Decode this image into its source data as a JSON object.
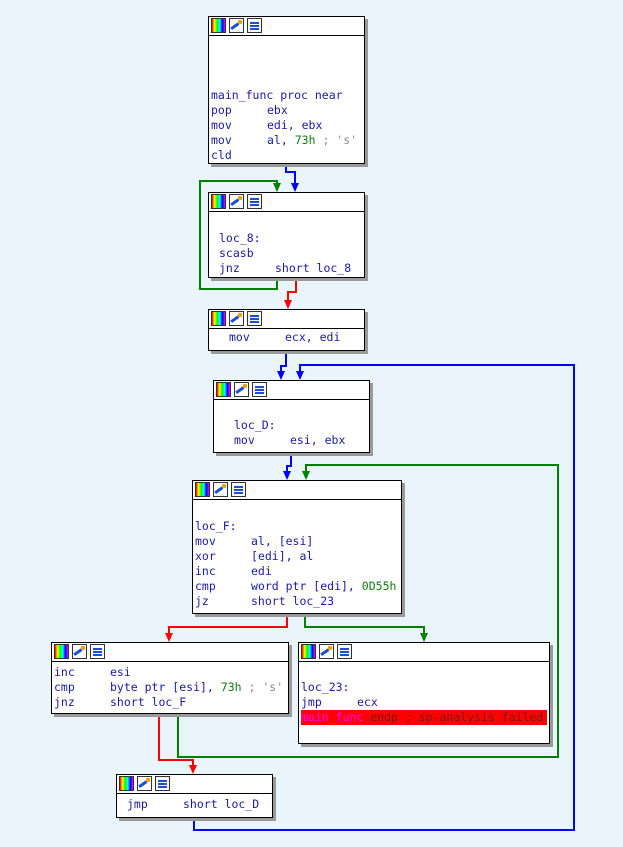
{
  "colors": {
    "edge_unconditional": "#0000ff",
    "edge_true": "#008000",
    "edge_false": "#ff0000",
    "node_border": "#000000",
    "code_text": "#1a1aa6",
    "number": "#0f7a0f",
    "comment": "#8a8a8a",
    "error_bar": "#ff0000"
  },
  "node_toolbar_icons": [
    "set-node-color-icon",
    "rename-node-icon",
    "group-nodes-icon"
  ],
  "nodes": {
    "n1": {
      "lines": [
        {
          "label": "main_func proc near"
        },
        {
          "mn": "pop",
          "op": "ebx"
        },
        {
          "mn": "mov",
          "op": "edi, ebx"
        },
        {
          "mn": "mov",
          "op": "al,",
          "num": "73h",
          "cm": "; 's'"
        },
        {
          "mn": "cld"
        }
      ]
    },
    "n2": {
      "lines": [
        {
          "label": "loc_8:"
        },
        {
          "mn": "scasb"
        },
        {
          "mn": "jnz",
          "op": "short loc_8"
        }
      ]
    },
    "n3": {
      "lines": [
        {
          "mn": "mov",
          "op": "ecx, edi"
        }
      ]
    },
    "n4": {
      "lines": [
        {
          "label": "loc_D:"
        },
        {
          "mn": "mov",
          "op": "esi, ebx"
        }
      ]
    },
    "n5": {
      "lines": [
        {
          "label": "loc_F:"
        },
        {
          "mn": "mov",
          "op": "al, [esi]"
        },
        {
          "mn": "xor",
          "op": "[edi], al"
        },
        {
          "mn": "inc",
          "op": "edi"
        },
        {
          "mn": "cmp",
          "op": "word ptr [edi],",
          "num": "0D55h"
        },
        {
          "mn": "jz",
          "op": "short loc_23"
        }
      ]
    },
    "n6": {
      "lines": [
        {
          "mn": "inc",
          "op": "esi"
        },
        {
          "mn": "cmp",
          "op": "byte ptr [esi],",
          "num": "73h",
          "cm": "; 's'"
        },
        {
          "mn": "jnz",
          "op": "short loc_F"
        }
      ]
    },
    "n7": {
      "lines": [
        {
          "label": "loc_23:"
        },
        {
          "mn": "jmp",
          "op": "ecx"
        }
      ],
      "error_line": {
        "fn": "main_func",
        "rest": " endp ; sp-analysis failed"
      }
    },
    "n8": {
      "lines": [
        {
          "mn": "jmp",
          "op": "short loc_D"
        }
      ]
    }
  }
}
